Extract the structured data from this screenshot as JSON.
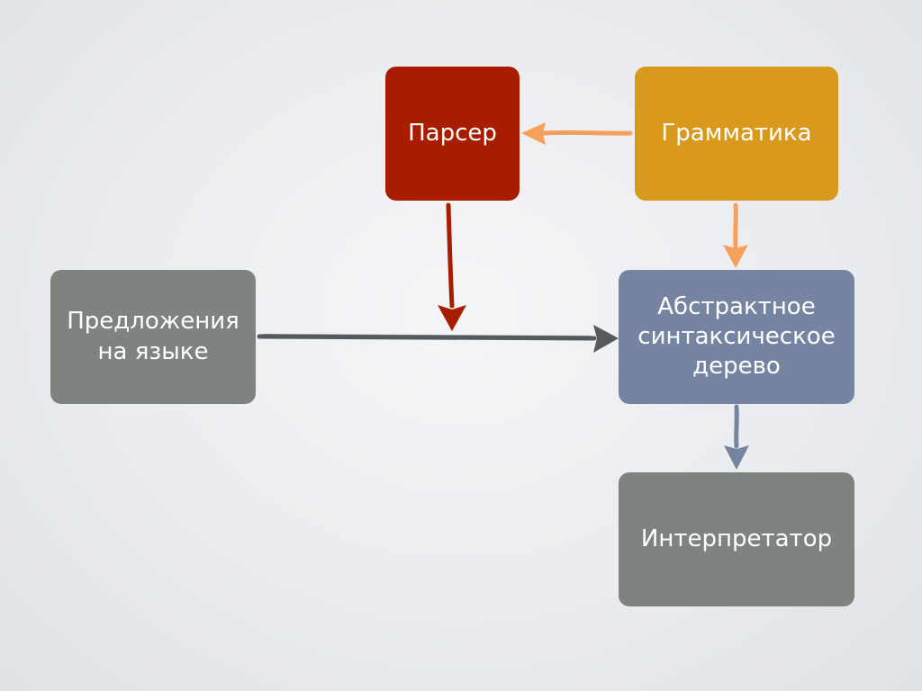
{
  "diagram": {
    "nodes": {
      "parser": {
        "label": "Парсер",
        "color": "#a81c00"
      },
      "grammar": {
        "label": "Грамматика",
        "color": "#d8991d"
      },
      "sentences": {
        "label": "Предложения\nна языке",
        "color": "#7e8380"
      },
      "ast": {
        "label": "Абстрактное\nсинтаксическое\nдерево",
        "color": "#7585a1"
      },
      "interpreter": {
        "label": "Интерпретатор",
        "color": "#7e8380"
      }
    },
    "edges": [
      {
        "from": "grammar",
        "to": "parser",
        "color": "#f7a05c"
      },
      {
        "from": "grammar",
        "to": "ast",
        "color": "#f7a05c"
      },
      {
        "from": "parser",
        "to": "sentences-to-ast-edge",
        "color": "#a81c00"
      },
      {
        "from": "sentences",
        "to": "ast",
        "color": "#555a5c"
      },
      {
        "from": "ast",
        "to": "interpreter",
        "color": "#7585a1"
      }
    ]
  }
}
